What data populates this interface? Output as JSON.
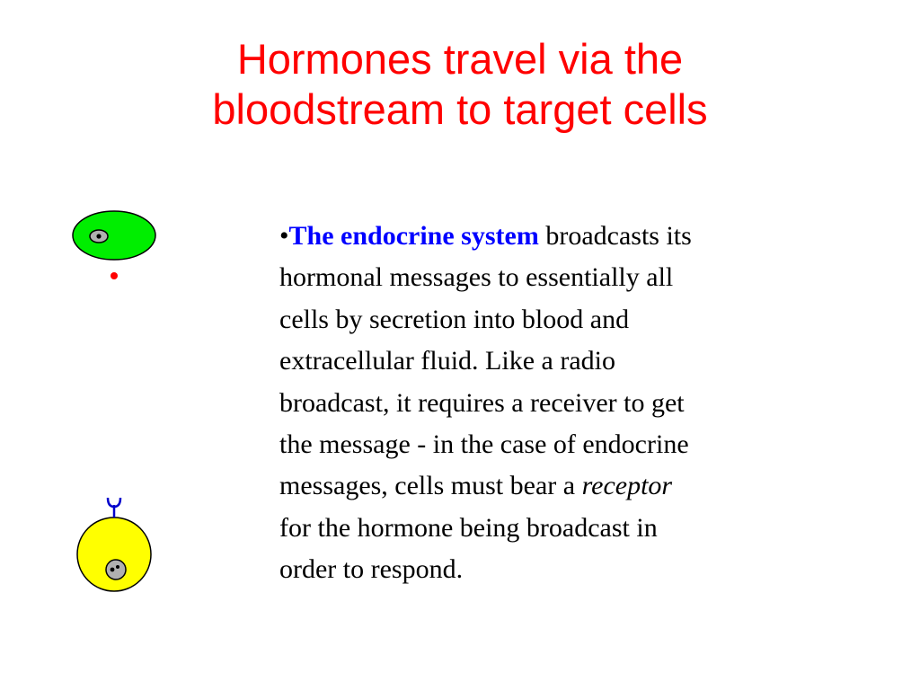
{
  "slide": {
    "title_lines": [
      "Hormones travel via the",
      "bloodstream to target cells"
    ]
  },
  "body": {
    "bullet_mark": "•",
    "highlight": "The endocrine system",
    "lines": [
      " broadcasts its",
      "hormonal messages to essentially all",
      "cells by secretion into blood and",
      "extracellular fluid. Like a radio",
      "broadcast, it requires a receiver to get",
      "the message - in the case of endocrine",
      "messages, cells must bear a "
    ],
    "italic_word": "receptor",
    "tail_lines": [
      "for the hormone being broadcast in",
      "order to respond."
    ]
  },
  "colors": {
    "title": "#ff0000",
    "highlight": "#0000ff",
    "secreting_cell": "#00ee00",
    "hormone": "#ff0000",
    "target_cell": "#ffff00",
    "receptor": "#0000cc",
    "nucleus": "#b0b0b0"
  }
}
